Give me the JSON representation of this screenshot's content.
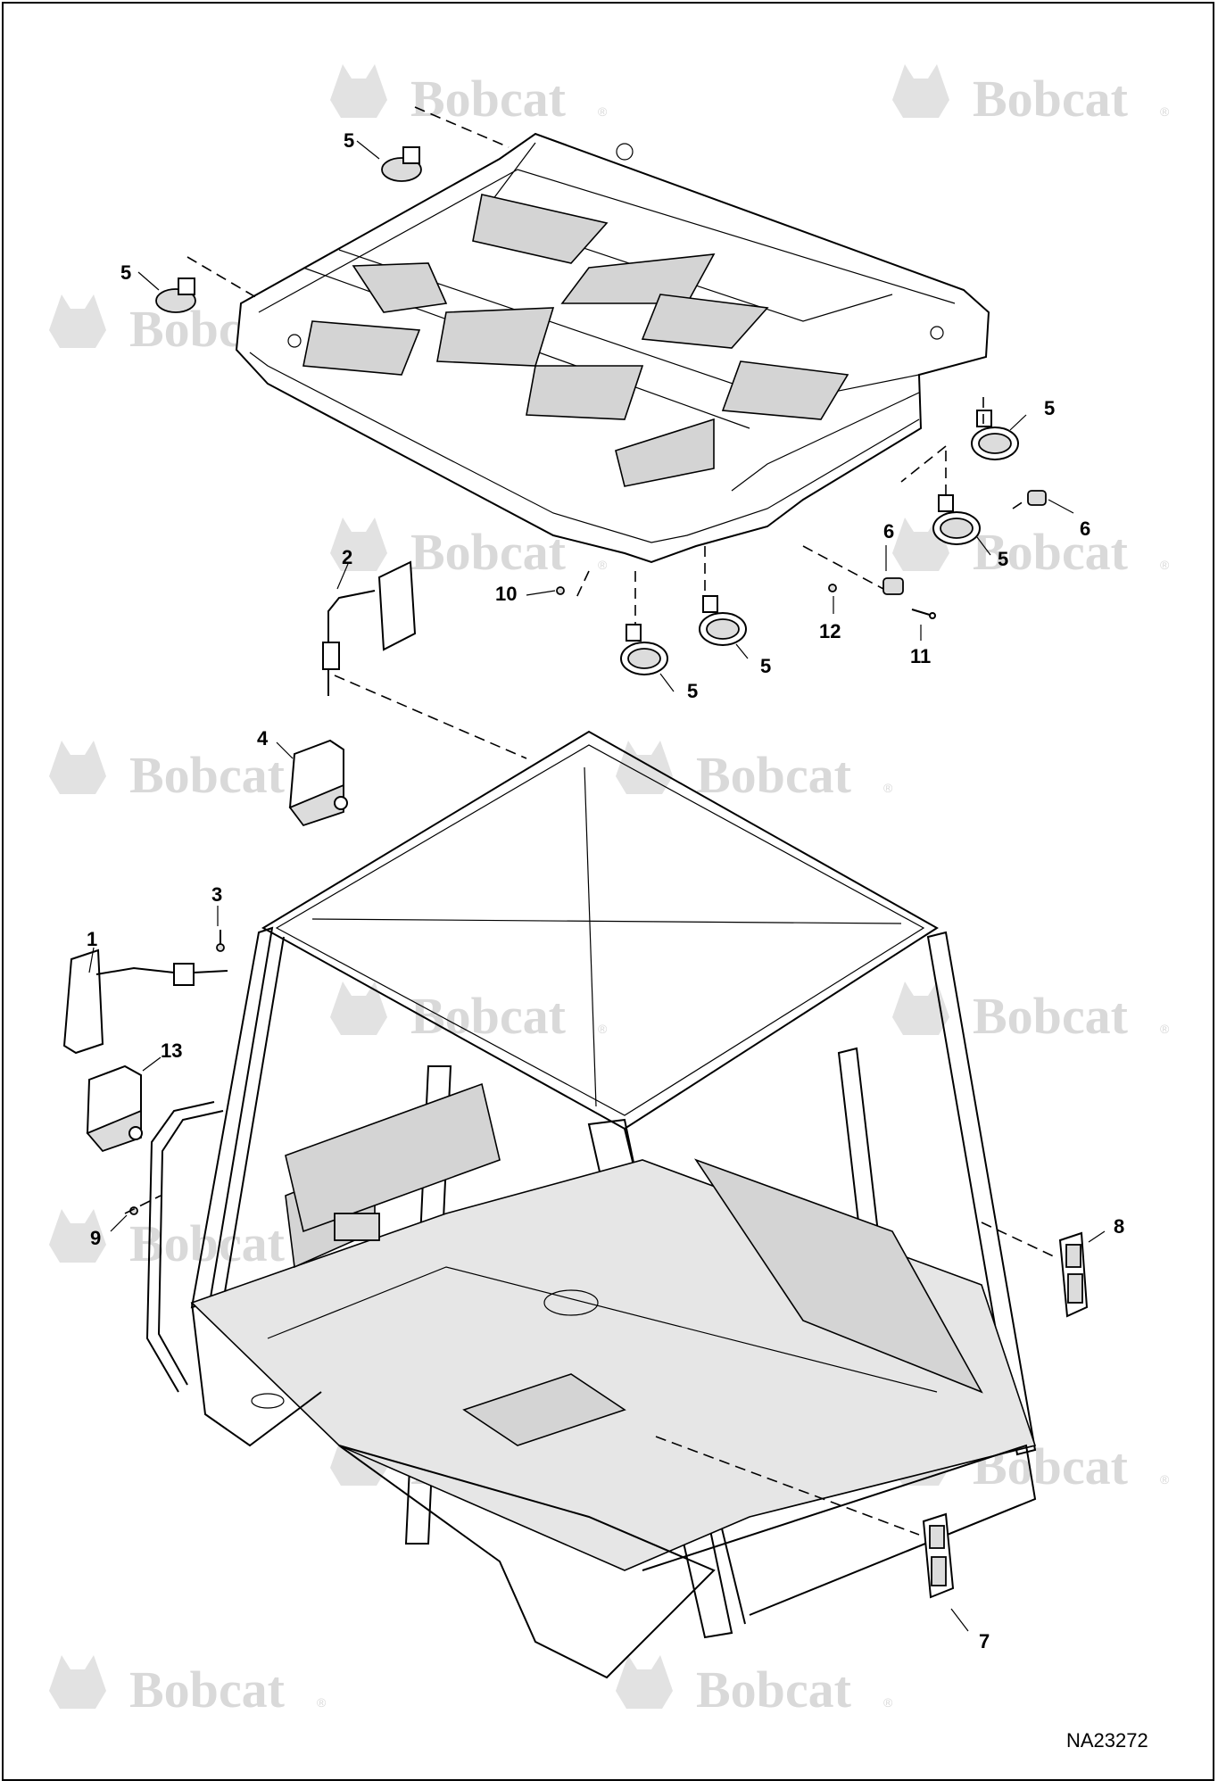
{
  "drawing": {
    "id": "NA23272",
    "watermark_text": "Bobcat",
    "watermark_mark": "®",
    "callouts": {
      "c5a": "5",
      "c5b": "5",
      "c5c": "5",
      "c5d": "5",
      "c5e": "5",
      "c5f": "5",
      "c6a": "6",
      "c6b": "6",
      "c2": "2",
      "c10": "10",
      "c12": "12",
      "c11": "11",
      "c4": "4",
      "c3": "3",
      "c1": "1",
      "c13": "13",
      "c9": "9",
      "c8": "8",
      "c7": "7"
    }
  },
  "colors": {
    "line": "#000000",
    "watermark": "#d9d9d9",
    "panel_fill": "#d4d4d4",
    "part_fill": "#dcdcdc",
    "background": "#ffffff"
  }
}
